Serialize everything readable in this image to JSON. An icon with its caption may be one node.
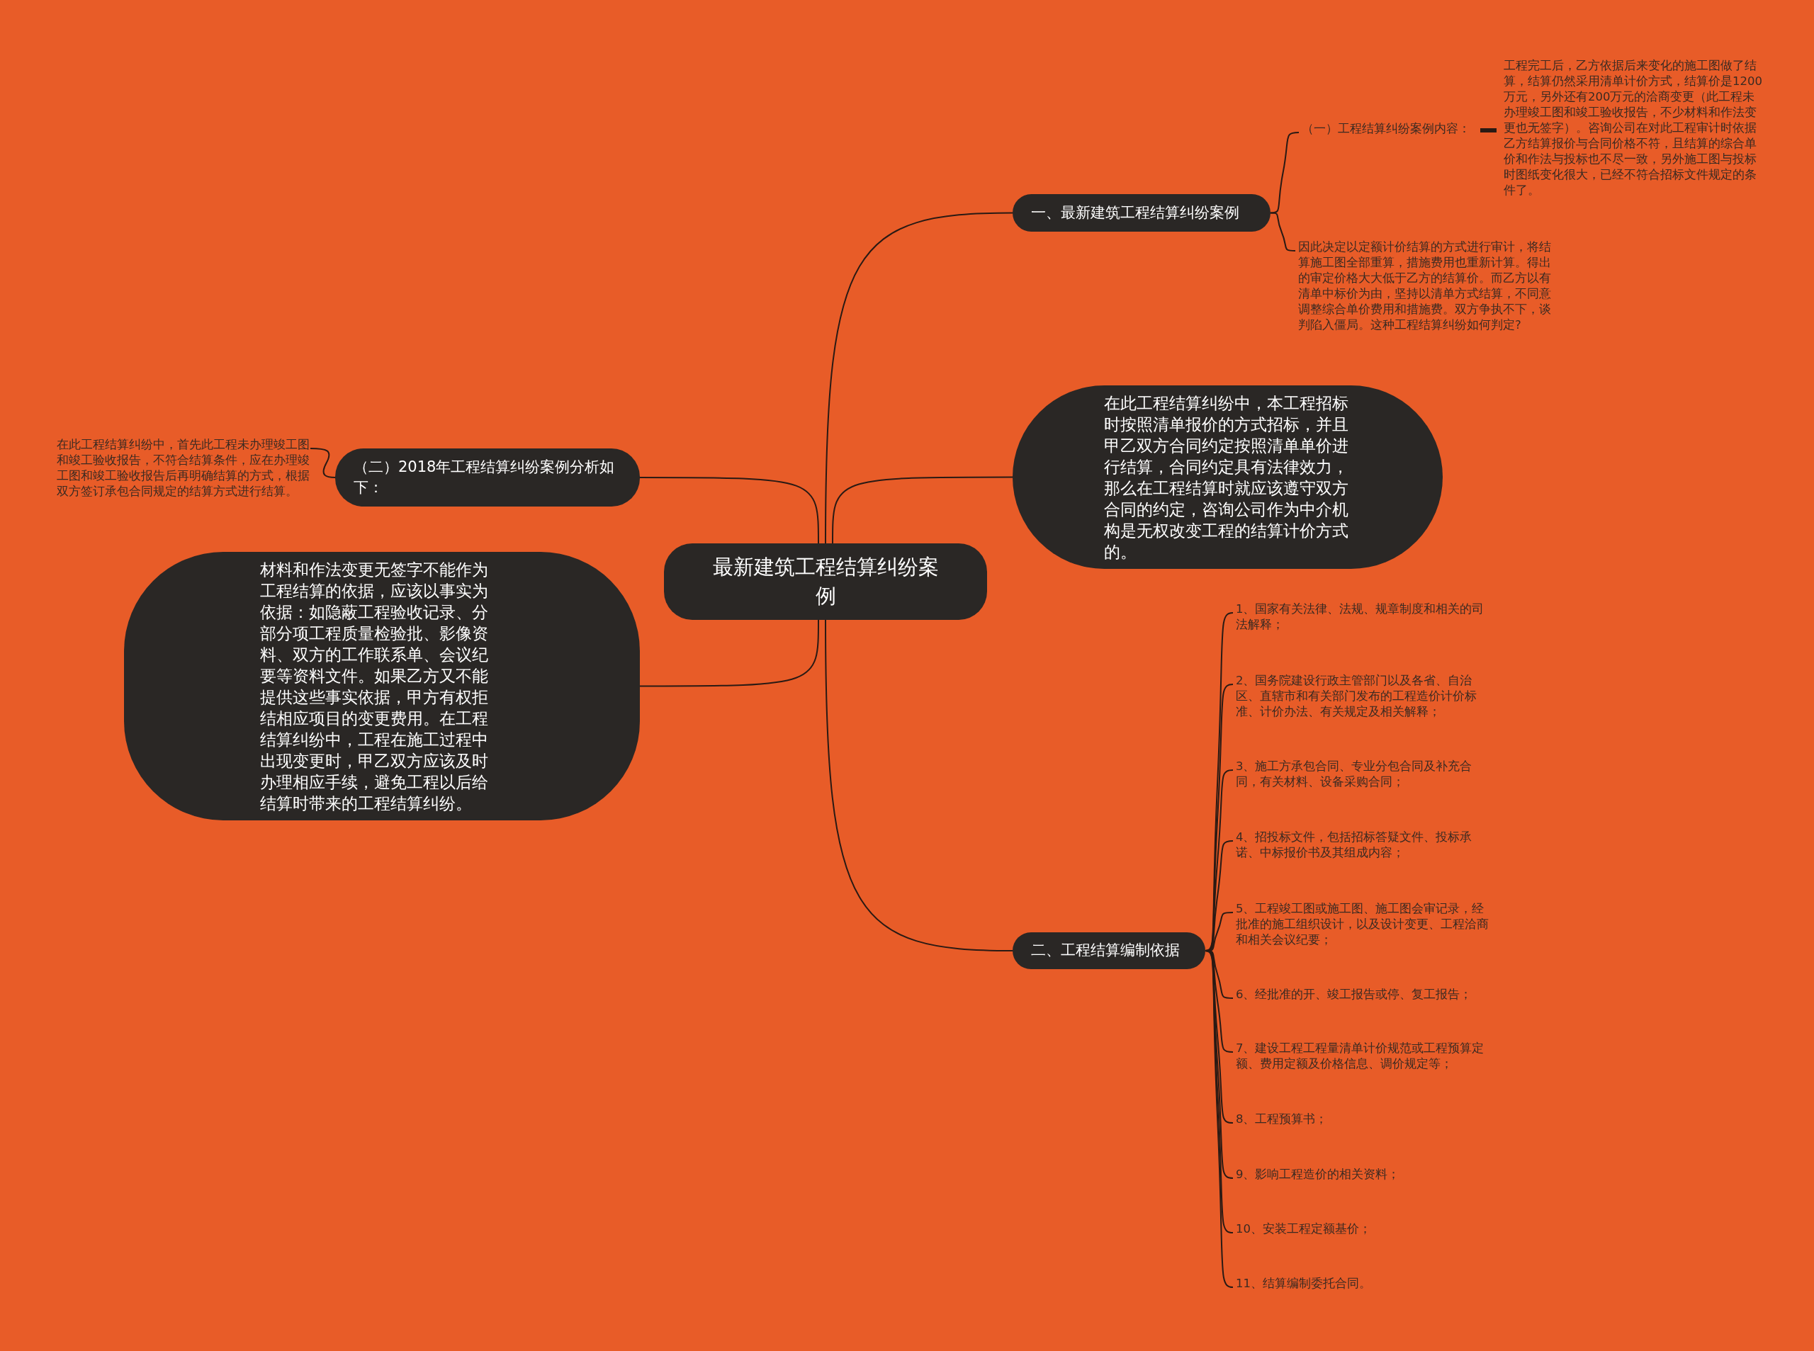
{
  "diagram": {
    "nodes": [
      {
        "text": [
          "最新建筑工程结算纠纷案例"
        ]
      },
      {
        "text": [
          "一、最新建筑工程结算纠纷案例"
        ]
      },
      {
        "text": [
          "（一）工程结算纠纷案例内容："
        ]
      },
      {
        "text": [
          "工程完工后，乙方依据后来变化的施工图做了结算，结算仍然采用清单计价方式，结算价是1200万元，另外还有200万元的洽商变更（此工程未办理竣工图和竣工验收报告，不少材料和作法变更也无签字）。咨询公司在对此工程审计时依据乙方结算报价与合同价格不符，且结算的综合单价和作法与投标也不尽一致，另外施工图与投标时图纸变化很大，已经不符合招标文件规定的条件了。"
        ]
      },
      {
        "text": [
          "因此决定以定额计价结算的方式进行审计，将结算施工图全部重算，措施费用也重新计算。得出的审定价格大大低于乙方的结算价。而乙方以有清单中标价为由，坚持以清单方式结算，不同意调整综合单价费用和措施费。双方争执不下，谈判陷入僵局。这种工程结算纠纷如何判定?"
        ]
      },
      {
        "text": [
          "在此工程结算纠纷中，本工程招标时按照清单报价的方式招标，并且甲乙双方合同约定按照清单单价进行结算，合同约定具有法律效力，那么在工程结算时就应该遵守双方合同的约定，咨询公司作为中介机构是无权改变工程的结算计价方式的。"
        ]
      },
      {
        "text": [
          "二、工程结算编制依据"
        ]
      },
      {
        "text": [
          "1、国家有关法律、法规、规章制度和相关的司法解释；"
        ]
      },
      {
        "text": [
          "2、国务院建设行政主管部门以及各省、自治区、直辖市和有关部门发布的工程造价计价标准、计价办法、有关规定及相关解释；"
        ]
      },
      {
        "text": [
          "3、施工方承包合同、专业分包合同及补充合同，有关材料、设备采购合同；"
        ]
      },
      {
        "text": [
          "4、招投标文件，包括招标答疑文件、投标承诺、中标报价书及其组成内容；"
        ]
      },
      {
        "text": [
          "5、工程竣工图或施工图、施工图会审记录，经批准的施工组织设计，以及设计变更、工程洽商和相关会议纪要；"
        ]
      },
      {
        "text": [
          "6、经批准的开、竣工报告或停、复工报告；"
        ]
      },
      {
        "text": [
          "7、建设工程工程量清单计价规范或工程预算定额、费用定额及价格信息、调价规定等；"
        ]
      },
      {
        "text": [
          "8、工程预算书；"
        ]
      },
      {
        "text": [
          "9、影响工程造价的相关资料；"
        ]
      },
      {
        "text": [
          "10、安装工程定额基价；"
        ]
      },
      {
        "text": [
          "11、结算编制委托合同。"
        ]
      },
      {
        "text": [
          "（二）2018年工程结算纠纷案例分析如下："
        ]
      },
      {
        "text": [
          "在此工程结算纠纷中，首先此工程未办理竣工图和竣工验收报告，不符合结算条件，应在办理竣工图和竣工验收报告后再明确结算的方式，根据双方签订承包合同规定的结算方式进行结算。"
        ]
      },
      {
        "text": [
          "材料和作法变更无签字不能作为工程结算的依据，应该以事实为依据：如隐蔽工程验收记录、分部分项工程质量检验批、影像资料、双方的工作联系单、会议纪要等资料文件。如果乙方又不能提供这些事实依据，甲方有权拒结相应项目的变更费用。在工程结算纠纷中，工程在施工过程中出现变更时，甲乙双方应该及时办理相应手续，避免工程以后给结算时带来的工程结算纠纷。"
        ]
      }
    ],
    "edges": [
      {
        "from": 0,
        "to": 1,
        "arrow": "none"
      },
      {
        "from": 1,
        "to": 2,
        "arrow": "none"
      },
      {
        "from": 2,
        "to": 3,
        "arrow": "none",
        "style": "thick"
      },
      {
        "from": 1,
        "to": 4,
        "arrow": "none"
      },
      {
        "from": 0,
        "to": 5,
        "arrow": "none"
      },
      {
        "from": 0,
        "to": 6,
        "arrow": "none"
      },
      {
        "from": 6,
        "to": 7,
        "arrow": "none"
      },
      {
        "from": 6,
        "to": 8,
        "arrow": "none"
      },
      {
        "from": 6,
        "to": 9,
        "arrow": "none"
      },
      {
        "from": 6,
        "to": 10,
        "arrow": "none"
      },
      {
        "from": 6,
        "to": 11,
        "arrow": "none"
      },
      {
        "from": 6,
        "to": 12,
        "arrow": "none"
      },
      {
        "from": 6,
        "to": 13,
        "arrow": "none"
      },
      {
        "from": 6,
        "to": 14,
        "arrow": "none"
      },
      {
        "from": 6,
        "to": 15,
        "arrow": "none"
      },
      {
        "from": 6,
        "to": 16,
        "arrow": "none"
      },
      {
        "from": 6,
        "to": 17,
        "arrow": "none"
      },
      {
        "from": 0,
        "to": 18,
        "arrow": "none"
      },
      {
        "from": 18,
        "to": 19,
        "arrow": "none"
      },
      {
        "from": 0,
        "to": 20,
        "arrow": "none"
      }
    ]
  }
}
